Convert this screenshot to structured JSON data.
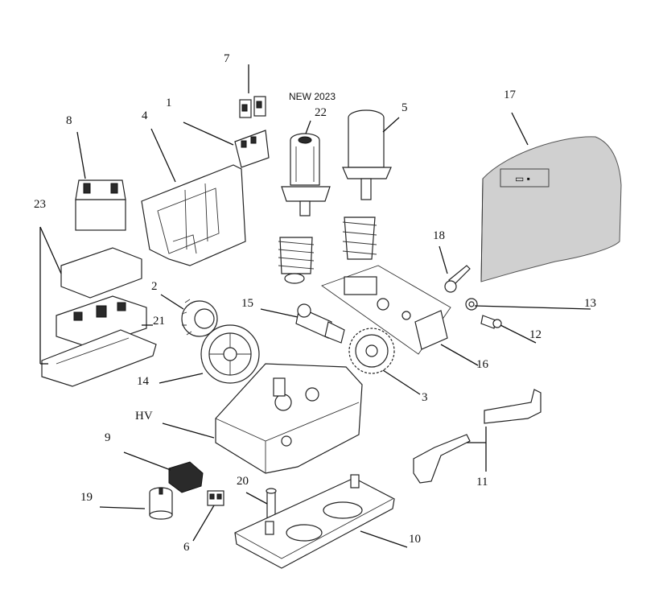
{
  "diagram": {
    "new_tag": "NEW 2023",
    "labels": {
      "p1": "1",
      "p2": "2",
      "p3": "3",
      "p4": "4",
      "p5": "5",
      "p6": "6",
      "p7": "7",
      "p8": "8",
      "p9": "9",
      "p10": "10",
      "p11": "11",
      "p12": "12",
      "p13": "13",
      "p14": "14",
      "p15": "15",
      "p16": "16",
      "p17": "17",
      "p18": "18",
      "p19": "19",
      "p20": "20",
      "p21": "21",
      "p22": "22",
      "p23": "23",
      "hv": "HV"
    }
  }
}
